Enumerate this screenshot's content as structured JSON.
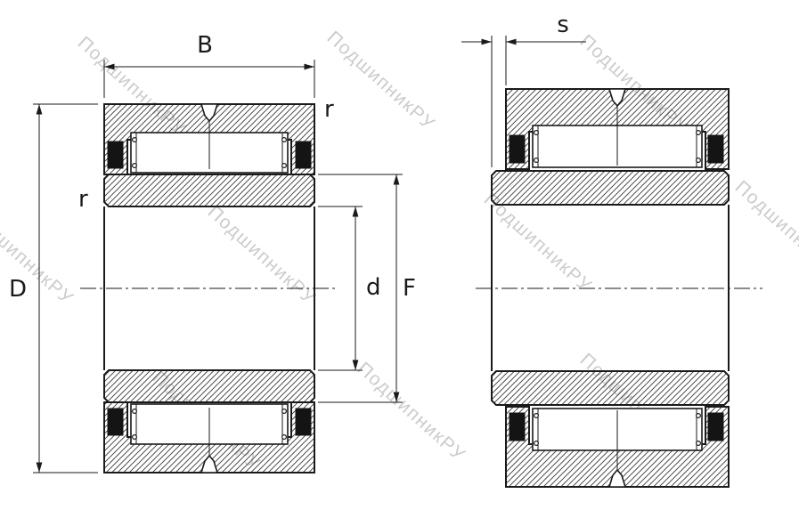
{
  "watermark": {
    "text": "ПодшипникРУ"
  },
  "dimensions": {
    "B": "B",
    "D": "D",
    "d": "d",
    "F": "F",
    "s": "s",
    "r_outer": "r",
    "r_inner": "r"
  },
  "colors": {
    "line": "#1a1a1a",
    "hatch": "#3a3a3a",
    "watermark": "#c4c4c4",
    "background": "#ffffff"
  }
}
